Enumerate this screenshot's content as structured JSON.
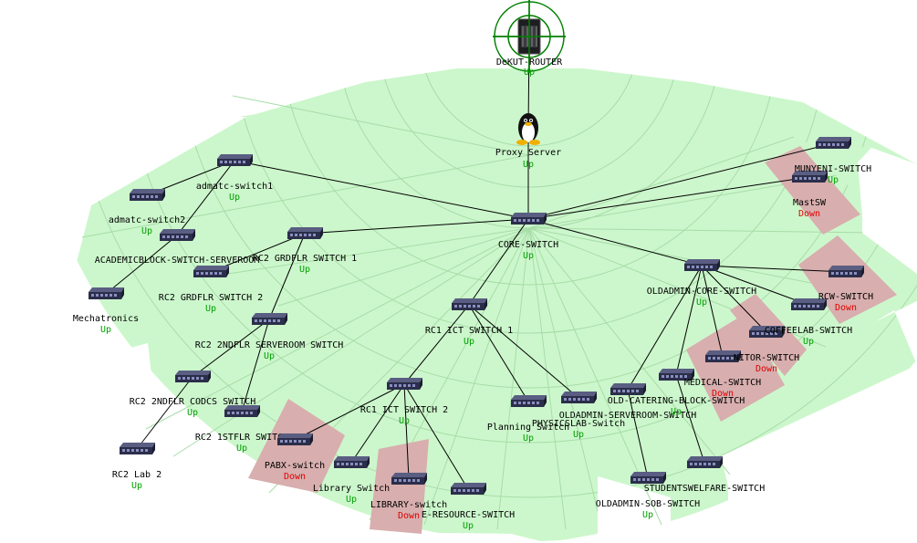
{
  "colors": {
    "up_bg": "#ccf7cc",
    "down_bg": "#d8aeae",
    "ring": "#a8dca8",
    "target": "#008000",
    "up_text": "#00a000",
    "down_text": "#e00000",
    "link": "#000000"
  },
  "nodes": [
    {
      "id": "router",
      "label": "DeKUT-ROUTER",
      "status": "Up",
      "icon": "server-icon"
    },
    {
      "id": "proxy",
      "label": "Proxy Server",
      "status": "Up",
      "icon": "linux-penguin-icon"
    },
    {
      "id": "core",
      "label": "CORE-SWITCH",
      "status": "Up",
      "icon": "switch-icon"
    },
    {
      "id": "admatc1",
      "label": "admatc-switch1",
      "status": "Up",
      "icon": "switch-icon"
    },
    {
      "id": "admatc2",
      "label": "admatc-switch2",
      "status": "Up",
      "icon": "switch-icon"
    },
    {
      "id": "academic",
      "label": "ACADEMICBLOCK-SWITCH-SERVEROOM",
      "status": "",
      "icon": "switch-icon"
    },
    {
      "id": "mechatronics",
      "label": "Mechatronics",
      "status": "Up",
      "icon": "switch-icon"
    },
    {
      "id": "rc2grd1",
      "label": "RC2 GRDFLR SWITCH 1",
      "status": "Up",
      "icon": "switch-icon"
    },
    {
      "id": "rc2grd2",
      "label": "RC2 GRDFLR SWITCH 2",
      "status": "Up",
      "icon": "switch-icon"
    },
    {
      "id": "rc2srv",
      "label": "RC2 2NDFLR SERVEROOM SWITCH",
      "status": "Up",
      "icon": "switch-icon"
    },
    {
      "id": "rc2codcs",
      "label": "RC2 2NDFLR CODCS SWITCH",
      "status": "Up",
      "icon": "switch-icon"
    },
    {
      "id": "rc21st",
      "label": "RC2 1STFLR SWITCH",
      "status": "Up",
      "icon": "switch-icon"
    },
    {
      "id": "rc2lab",
      "label": "RC2 Lab 2",
      "status": "Up",
      "icon": "switch-icon"
    },
    {
      "id": "rc1ict1",
      "label": "RC1 ICT SWITCH 1",
      "status": "Up",
      "icon": "switch-icon"
    },
    {
      "id": "rc1ict2",
      "label": "RC1 ICT SWITCH 2",
      "status": "Up",
      "icon": "switch-icon"
    },
    {
      "id": "pabx",
      "label": "PABX-switch",
      "status": "Down",
      "icon": "switch-icon"
    },
    {
      "id": "library",
      "label": "Library Switch",
      "status": "Up",
      "icon": "switch-icon"
    },
    {
      "id": "librarysw",
      "label": "LIBRARY-switch",
      "status": "Down",
      "icon": "switch-icon"
    },
    {
      "id": "eresource",
      "label": "E-RESOURCE-SWITCH",
      "status": "Up",
      "icon": "switch-icon"
    },
    {
      "id": "planning",
      "label": "Planning Switch",
      "status": "Up",
      "icon": "switch-icon"
    },
    {
      "id": "physics",
      "label": "PHYSICSLAB-Switch",
      "status": "Up",
      "icon": "switch-icon"
    },
    {
      "id": "oldadmincore",
      "label": "OLDADMIN-CORE-SWITCH",
      "status": "Up",
      "icon": "switch-icon"
    },
    {
      "id": "oldadminsrv",
      "label": "OLDADMIN-SERVEROOM-SWITCH",
      "status": "",
      "icon": "switch-icon"
    },
    {
      "id": "oldcatering",
      "label": "OLD-CATERING-BLOCK-SWITCH",
      "status": "Up",
      "icon": "switch-icon"
    },
    {
      "id": "oldadminsob",
      "label": "OLDADMIN-SOB-SWITCH",
      "status": "Up",
      "icon": "switch-icon"
    },
    {
      "id": "studentswelfare",
      "label": "STUDENTSWELFARE-SWITCH",
      "status": "",
      "icon": "switch-icon"
    },
    {
      "id": "medical",
      "label": "MEDICAL-SWITCH",
      "status": "Down",
      "icon": "switch-icon"
    },
    {
      "id": "nitor",
      "label": "NITOR-SWITCH",
      "status": "Down",
      "icon": "switch-icon"
    },
    {
      "id": "coffeelab",
      "label": "COFFEELAB-SWITCH",
      "status": "Up",
      "icon": "switch-icon"
    },
    {
      "id": "rcw",
      "label": "RCW-SWITCH",
      "status": "Down",
      "icon": "switch-icon"
    },
    {
      "id": "mastsw",
      "label": "MastSW",
      "status": "Down",
      "icon": "switch-icon"
    },
    {
      "id": "munyeni",
      "label": "MUNYENI-SWITCH",
      "status": "Up",
      "icon": "switch-icon"
    }
  ],
  "links": [
    [
      "router",
      "proxy"
    ],
    [
      "proxy",
      "core"
    ],
    [
      "core",
      "admatc1"
    ],
    [
      "admatc1",
      "admatc2"
    ],
    [
      "admatc1",
      "academic"
    ],
    [
      "academic",
      "mechatronics"
    ],
    [
      "core",
      "rc2grd1"
    ],
    [
      "rc2grd1",
      "rc2grd2"
    ],
    [
      "rc2grd1",
      "rc2srv"
    ],
    [
      "rc2srv",
      "rc2codcs"
    ],
    [
      "rc2srv",
      "rc21st"
    ],
    [
      "rc2codcs",
      "rc2lab"
    ],
    [
      "core",
      "rc1ict1"
    ],
    [
      "rc1ict1",
      "rc1ict2"
    ],
    [
      "rc1ict2",
      "pabx"
    ],
    [
      "rc1ict2",
      "library"
    ],
    [
      "rc1ict2",
      "librarysw"
    ],
    [
      "rc1ict2",
      "eresource"
    ],
    [
      "rc1ict1",
      "planning"
    ],
    [
      "rc1ict1",
      "physics"
    ],
    [
      "core",
      "oldadmincore"
    ],
    [
      "oldadmincore",
      "oldadminsrv"
    ],
    [
      "oldadmincore",
      "oldcatering"
    ],
    [
      "oldadmincore",
      "medical"
    ],
    [
      "oldadmincore",
      "nitor"
    ],
    [
      "oldadmincore",
      "coffeelab"
    ],
    [
      "oldadmincore",
      "rcw"
    ],
    [
      "oldadminsrv",
      "oldadminsob"
    ],
    [
      "oldcatering",
      "studentswelfare"
    ],
    [
      "core",
      "mastsw"
    ],
    [
      "core",
      "munyeni"
    ]
  ]
}
